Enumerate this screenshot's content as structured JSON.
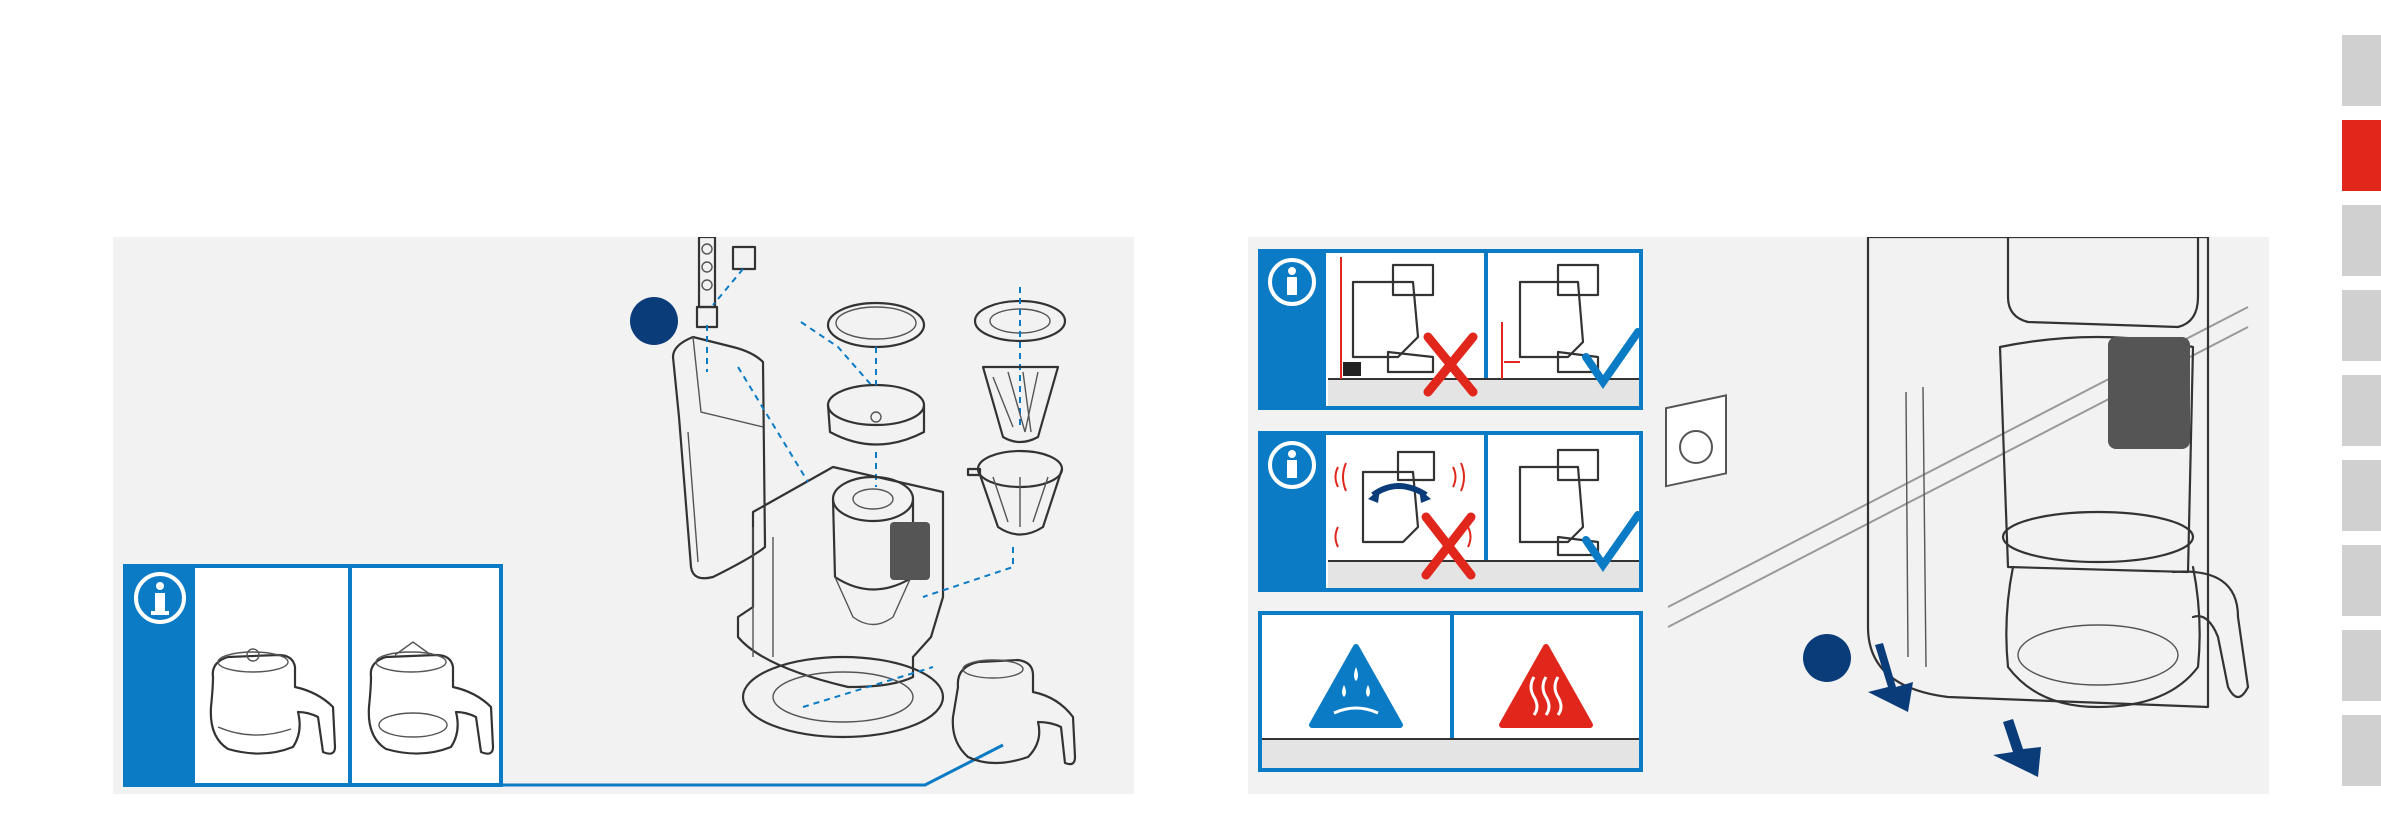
{
  "page": {
    "background": "#ffffff",
    "panel_background": "#f2f2f2",
    "accent_blue": "#0a7bc4",
    "accent_red": "#e1261c",
    "step_marker_color": "#0b3c7a"
  },
  "side_tabs": {
    "count": 9,
    "active_index": 1,
    "colors": {
      "inactive": "#d0d0d0",
      "active": "#e1261c"
    }
  },
  "left_figure": {
    "step_marker": "filled-circle",
    "info_box": {
      "icon": "info-icon",
      "panels": [
        "carafe-lid-closed",
        "carafe-lid-open"
      ]
    },
    "parts": [
      "water-tank",
      "water-filter",
      "grinder-lid",
      "bean-container",
      "filter-holder-lid",
      "paper-filter",
      "filter-holder",
      "base-unit",
      "carafe"
    ]
  },
  "right_figure": {
    "step_marker": "filled-circle",
    "rows": [
      {
        "icon": "info-icon",
        "left": "appliance-near-wall",
        "left_status": "cross",
        "right": "appliance-with-distance",
        "right_status": "check"
      },
      {
        "icon": "info-icon",
        "left": "appliance-vibrating",
        "left_status": "cross",
        "right": "appliance-stable",
        "right_status": "check"
      },
      {
        "left": "moisture-warning",
        "right": "hot-surface-warning"
      }
    ],
    "scene": [
      "wall-socket",
      "appliance-closeup",
      "placement-arrows"
    ]
  }
}
